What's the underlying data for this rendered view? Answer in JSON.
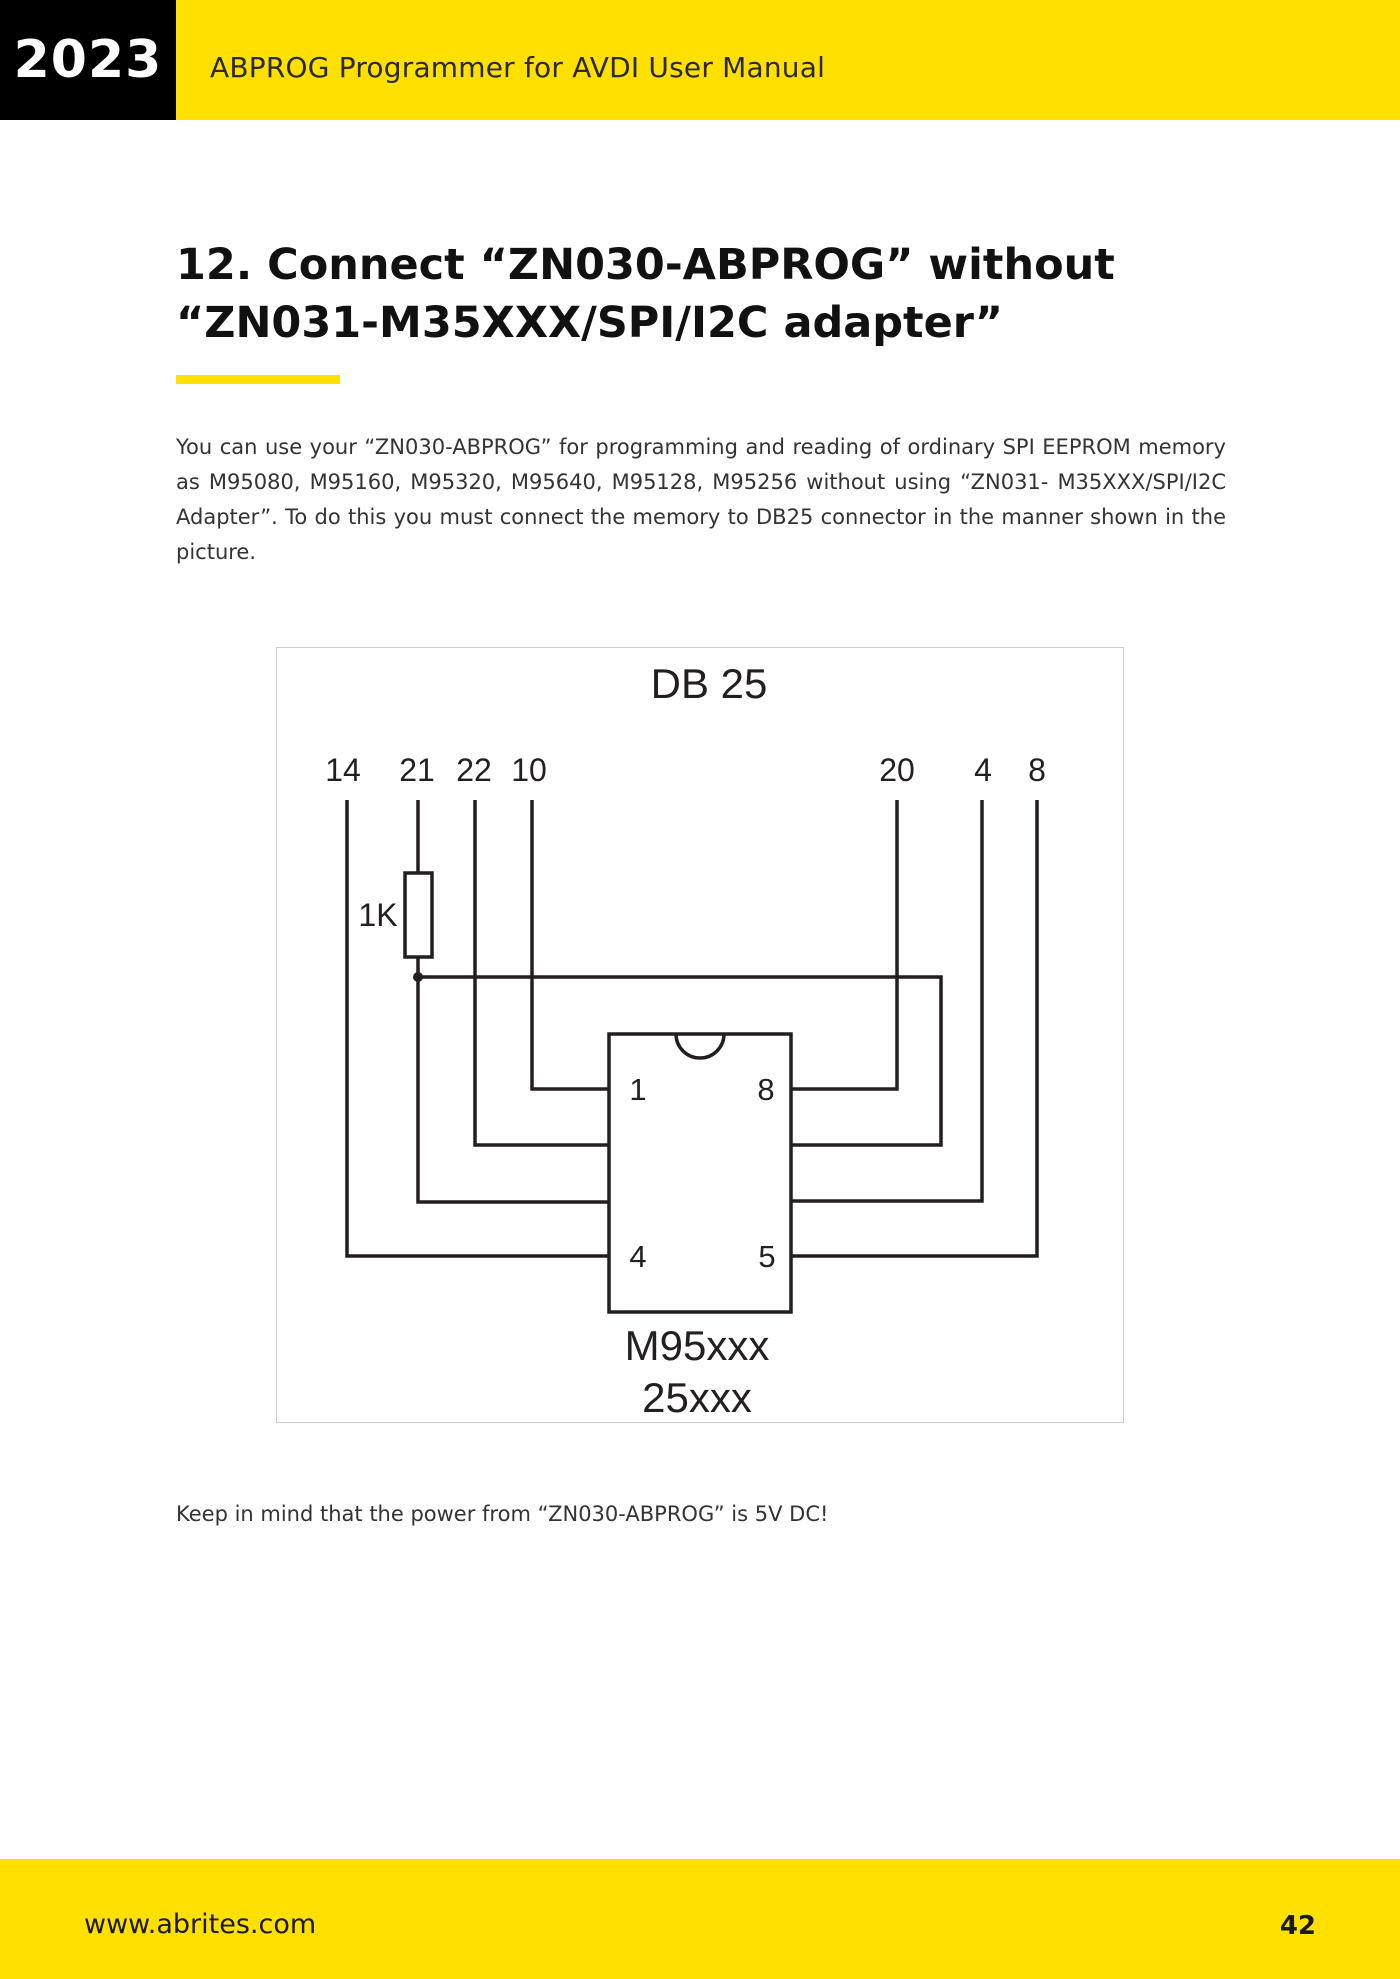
{
  "header": {
    "year": "2023",
    "title": "ABPROG Programmer for AVDI User Manual"
  },
  "section": {
    "title": "12. Connect “ZN030-ABPROG” without “ZN031-M35XXX/SPI/I2C adapter”",
    "body": "You can use your “ZN030-ABPROG” for programming and reading of ordinary SPI EEPROM memory as M95080, M95160, M95320, M95640, M95128, M95256 without using “ZN031- M35XXX/SPI/I2C Adapter”. To do this you must connect the memory to DB25 connector in the manner shown in the picture.",
    "note": "Keep in mind that the power from “ZN030-ABPROG” is 5V DC!"
  },
  "diagram": {
    "connector_label": "DB 25",
    "db25_pins": [
      "14",
      "21",
      "22",
      "10",
      "20",
      "4",
      "8"
    ],
    "resistor_label": "1K",
    "chip_pins": [
      "1",
      "8",
      "4",
      "5"
    ],
    "chip_label_line1": "M95xxx",
    "chip_label_line2": "25xxx"
  },
  "footer": {
    "url": "www.abrites.com",
    "page_number": "42"
  },
  "colors": {
    "accent_yellow": "#FFE000",
    "year_box": "#000000",
    "wire": "#231f20"
  }
}
